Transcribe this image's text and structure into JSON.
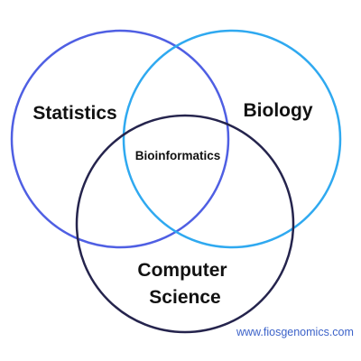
{
  "diagram": {
    "sets": {
      "statistics": {
        "label": "Statistics",
        "color": "#4f5fe3"
      },
      "biology": {
        "label": "Biology",
        "color": "#2fa9f0"
      },
      "computer_science": {
        "label_line1": "Computer",
        "label_line2": "Science",
        "color": "#25244d"
      }
    },
    "intersection_label": "Bioinformatics"
  },
  "footer": {
    "website": "www.fiosgenomics.com",
    "website_color": "#3d63c9"
  }
}
